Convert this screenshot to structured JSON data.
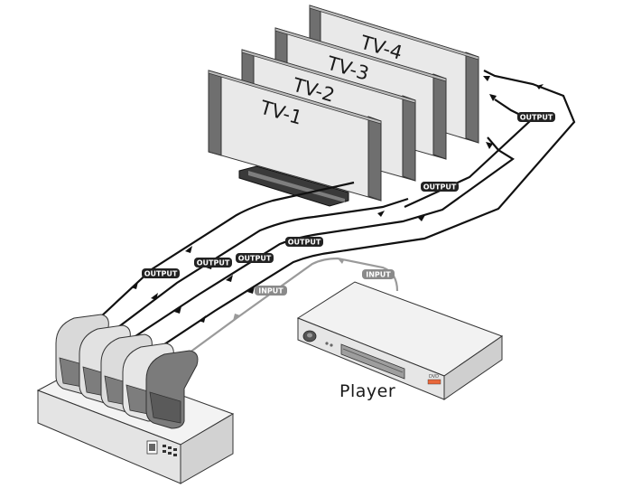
{
  "tvs": [
    {
      "label": "TV-1"
    },
    {
      "label": "TV-2"
    },
    {
      "label": "TV-3"
    },
    {
      "label": "TV-4"
    }
  ],
  "cable_tags": {
    "output_1": "OUTPUT",
    "output_2": "OUTPUT",
    "output_3": "OUTPUT",
    "output_4": "OUTPUT",
    "output_5": "OUTPUT",
    "output_6": "OUTPUT",
    "input_1": "INPUT",
    "input_2": "INPUT"
  },
  "player": {
    "label": "Player",
    "badge": "DVD"
  },
  "colors": {
    "cable_output": "#111111",
    "cable_input": "#9a9a9a",
    "tag_output_bg": "#222222",
    "tag_input_bg": "#8a8a8a",
    "bezel": "#6f6f6f",
    "screen": "#e9e9e9",
    "dvd_badge": "#e8673a"
  }
}
